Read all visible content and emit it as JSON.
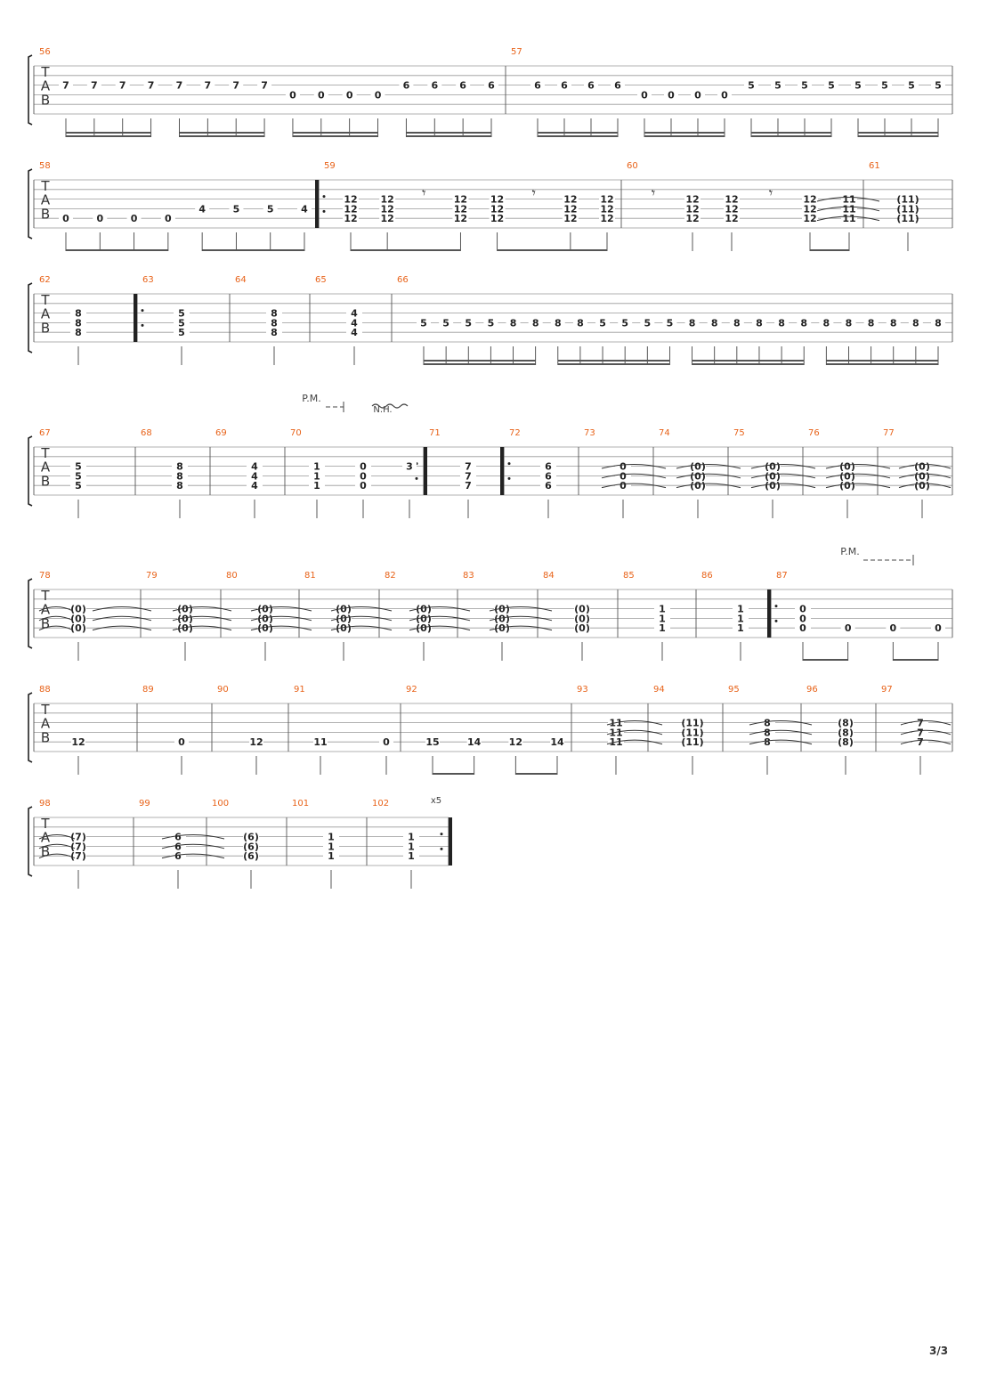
{
  "page": {
    "number": "3/3"
  },
  "style": {
    "measure_number_color": "#e8631a",
    "line_color": "#999999",
    "note_color": "#222222"
  },
  "clef_letters": [
    "T",
    "A",
    "B"
  ],
  "annotations": {
    "palm_mute": "P.M.",
    "natural_harmonic": "N.H.",
    "repeat_count": "x5"
  },
  "systems": [
    {
      "measures": [
        {
          "number": "56",
          "beats": [
            {
              "s": 3,
              "f": "7"
            },
            {
              "s": 3,
              "f": "7"
            },
            {
              "s": 3,
              "f": "7"
            },
            {
              "s": 3,
              "f": "7"
            },
            {
              "s": 3,
              "f": "7"
            },
            {
              "s": 3,
              "f": "7"
            },
            {
              "s": 3,
              "f": "7"
            },
            {
              "s": 3,
              "f": "7"
            },
            {
              "s": 4,
              "f": "0"
            },
            {
              "s": 4,
              "f": "0"
            },
            {
              "s": 4,
              "f": "0"
            },
            {
              "s": 4,
              "f": "0"
            },
            {
              "s": 3,
              "f": "6"
            },
            {
              "s": 3,
              "f": "6"
            },
            {
              "s": 3,
              "f": "6"
            },
            {
              "s": 3,
              "f": "6"
            }
          ]
        },
        {
          "number": "57",
          "beats": [
            {
              "s": 3,
              "f": "6"
            },
            {
              "s": 3,
              "f": "6"
            },
            {
              "s": 3,
              "f": "6"
            },
            {
              "s": 3,
              "f": "6"
            },
            {
              "s": 4,
              "f": "0"
            },
            {
              "s": 4,
              "f": "0"
            },
            {
              "s": 4,
              "f": "0"
            },
            {
              "s": 4,
              "f": "0"
            },
            {
              "s": 3,
              "f": "5"
            },
            {
              "s": 3,
              "f": "5"
            },
            {
              "s": 3,
              "f": "5"
            },
            {
              "s": 3,
              "f": "5"
            },
            {
              "s": 3,
              "f": "5"
            },
            {
              "s": 3,
              "f": "5"
            },
            {
              "s": 3,
              "f": "5"
            },
            {
              "s": 3,
              "f": "5"
            }
          ]
        }
      ]
    },
    {
      "measures": [
        {
          "number": "58",
          "beats": [
            {
              "s": 5,
              "f": "0"
            },
            {
              "s": 5,
              "f": "0"
            },
            {
              "s": 5,
              "f": "0"
            },
            {
              "s": 5,
              "f": "0"
            },
            {
              "s": 4,
              "f": "4"
            },
            {
              "s": 4,
              "f": "5"
            },
            {
              "s": 4,
              "f": "5"
            },
            {
              "s": 4,
              "f": "4"
            }
          ]
        },
        {
          "number": "59",
          "beats": [
            {
              "chord": [
                "12",
                "12",
                "12"
              ]
            },
            {
              "chord": [
                "12",
                "12",
                "12"
              ]
            },
            {
              "rest": true
            },
            {
              "chord": [
                "12",
                "12",
                "12"
              ]
            },
            {
              "chord": [
                "12",
                "12",
                "12"
              ]
            },
            {
              "rest": true
            },
            {
              "chord": [
                "12",
                "12",
                "12"
              ]
            },
            {
              "chord": [
                "12",
                "12",
                "12"
              ]
            }
          ]
        },
        {
          "number": "60",
          "beats": [
            {
              "rest": true
            },
            {
              "chord": [
                "12",
                "12",
                "12"
              ]
            },
            {
              "chord": [
                "12",
                "12",
                "12"
              ]
            },
            {
              "rest": true
            },
            {
              "chord": [
                "12",
                "12",
                "12"
              ]
            },
            {
              "chord": [
                "11",
                "11",
                "11"
              ]
            }
          ]
        },
        {
          "number": "61",
          "beats": [
            {
              "chord": [
                "(11)",
                "(11)",
                "(11)"
              ]
            }
          ]
        }
      ]
    },
    {
      "measures": [
        {
          "number": "62",
          "beats": [
            {
              "chord": [
                "8",
                "8",
                "8"
              ]
            }
          ]
        },
        {
          "number": "63",
          "beats": [
            {
              "chord": [
                "5",
                "5",
                "5"
              ]
            }
          ]
        },
        {
          "number": "64",
          "beats": [
            {
              "chord": [
                "8",
                "8",
                "8"
              ]
            }
          ]
        },
        {
          "number": "65",
          "beats": [
            {
              "chord": [
                "4",
                "4",
                "4"
              ]
            }
          ]
        },
        {
          "number": "66",
          "beats": [
            {
              "s": 4,
              "f": "5"
            },
            {
              "s": 4,
              "f": "5"
            },
            {
              "s": 4,
              "f": "5"
            },
            {
              "s": 4,
              "f": "5"
            },
            {
              "s": 4,
              "f": "8"
            },
            {
              "s": 4,
              "f": "8"
            },
            {
              "s": 4,
              "f": "8"
            },
            {
              "s": 4,
              "f": "8"
            },
            {
              "s": 4,
              "f": "5"
            },
            {
              "s": 4,
              "f": "5"
            },
            {
              "s": 4,
              "f": "5"
            },
            {
              "s": 4,
              "f": "5"
            },
            {
              "s": 4,
              "f": "8"
            },
            {
              "s": 4,
              "f": "8"
            },
            {
              "s": 4,
              "f": "8"
            },
            {
              "s": 4,
              "f": "8"
            },
            {
              "s": 4,
              "f": "8"
            },
            {
              "s": 4,
              "f": "8"
            },
            {
              "s": 4,
              "f": "8"
            },
            {
              "s": 4,
              "f": "8"
            },
            {
              "s": 4,
              "f": "8"
            },
            {
              "s": 4,
              "f": "8"
            },
            {
              "s": 4,
              "f": "8"
            },
            {
              "s": 4,
              "f": "8"
            }
          ]
        }
      ]
    },
    {
      "measures": [
        {
          "number": "67",
          "beats": [
            {
              "chord": [
                "5",
                "5",
                "5"
              ]
            }
          ]
        },
        {
          "number": "68",
          "beats": [
            {
              "chord": [
                "8",
                "8",
                "8"
              ]
            }
          ]
        },
        {
          "number": "69",
          "beats": [
            {
              "chord": [
                "4",
                "4",
                "4"
              ]
            }
          ]
        },
        {
          "number": "70",
          "beats": [
            {
              "chord": [
                "1",
                "1",
                "1"
              ]
            },
            {
              "chord": [
                "0",
                "0",
                "0"
              ]
            },
            {
              "s": 3,
              "f": "3"
            }
          ]
        },
        {
          "number": "71",
          "beats": [
            {
              "chord": [
                "7",
                "7",
                "7"
              ]
            }
          ]
        },
        {
          "number": "72",
          "beats": [
            {
              "chord": [
                "6",
                "6",
                "6"
              ]
            }
          ]
        },
        {
          "number": "73",
          "beats": [
            {
              "chord": [
                "0",
                "0",
                "0"
              ]
            }
          ]
        },
        {
          "number": "74",
          "beats": [
            {
              "chord": [
                "(0)",
                "(0)",
                "(0)"
              ]
            }
          ]
        },
        {
          "number": "75",
          "beats": [
            {
              "chord": [
                "(0)",
                "(0)",
                "(0)"
              ]
            }
          ]
        },
        {
          "number": "76",
          "beats": [
            {
              "chord": [
                "(0)",
                "(0)",
                "(0)"
              ]
            }
          ]
        },
        {
          "number": "77",
          "beats": [
            {
              "chord": [
                "(0)",
                "(0)",
                "(0)"
              ]
            }
          ]
        }
      ]
    },
    {
      "measures": [
        {
          "number": "78",
          "beats": [
            {
              "chord": [
                "(0)",
                "(0)",
                "(0)"
              ]
            }
          ]
        },
        {
          "number": "79",
          "beats": [
            {
              "chord": [
                "(0)",
                "(0)",
                "(0)"
              ]
            }
          ]
        },
        {
          "number": "80",
          "beats": [
            {
              "chord": [
                "(0)",
                "(0)",
                "(0)"
              ]
            }
          ]
        },
        {
          "number": "81",
          "beats": [
            {
              "chord": [
                "(0)",
                "(0)",
                "(0)"
              ]
            }
          ]
        },
        {
          "number": "82",
          "beats": [
            {
              "chord": [
                "(0)",
                "(0)",
                "(0)"
              ]
            }
          ]
        },
        {
          "number": "83",
          "beats": [
            {
              "chord": [
                "(0)",
                "(0)",
                "(0)"
              ]
            }
          ]
        },
        {
          "number": "84",
          "beats": [
            {
              "chord": [
                "(0)",
                "(0)",
                "(0)"
              ]
            }
          ]
        },
        {
          "number": "85",
          "beats": [
            {
              "chord": [
                "1",
                "1",
                "1"
              ]
            }
          ]
        },
        {
          "number": "86",
          "beats": [
            {
              "chord": [
                "1",
                "1",
                "1"
              ]
            }
          ]
        },
        {
          "number": "87",
          "beats": [
            {
              "chord": [
                "0",
                "0",
                "0"
              ]
            },
            {
              "s": 5,
              "f": "0"
            },
            {
              "s": 5,
              "f": "0"
            },
            {
              "s": 5,
              "f": "0"
            }
          ]
        }
      ]
    },
    {
      "measures": [
        {
          "number": "88",
          "beats": [
            {
              "s": 5,
              "f": "12"
            }
          ]
        },
        {
          "number": "89",
          "beats": [
            {
              "s": 5,
              "f": "0"
            }
          ]
        },
        {
          "number": "90",
          "beats": [
            {
              "s": 5,
              "f": "12"
            }
          ]
        },
        {
          "number": "91",
          "beats": [
            {
              "s": 5,
              "f": "11"
            },
            {
              "s": 5,
              "f": "0"
            }
          ]
        },
        {
          "number": "92",
          "beats": [
            {
              "s": 5,
              "f": "15"
            },
            {
              "s": 5,
              "f": "14"
            },
            {
              "s": 5,
              "f": "12"
            },
            {
              "s": 5,
              "f": "14"
            }
          ]
        },
        {
          "number": "93",
          "beats": [
            {
              "chord": [
                "11",
                "11",
                "11"
              ]
            }
          ]
        },
        {
          "number": "94",
          "beats": [
            {
              "chord": [
                "(11)",
                "(11)",
                "(11)"
              ]
            }
          ]
        },
        {
          "number": "95",
          "beats": [
            {
              "chord": [
                "8",
                "8",
                "8"
              ]
            }
          ]
        },
        {
          "number": "96",
          "beats": [
            {
              "chord": [
                "(8)",
                "(8)",
                "(8)"
              ]
            }
          ]
        },
        {
          "number": "97",
          "beats": [
            {
              "chord": [
                "7",
                "7",
                "7"
              ]
            }
          ]
        }
      ]
    },
    {
      "measures": [
        {
          "number": "98",
          "beats": [
            {
              "chord": [
                "(7)",
                "(7)",
                "(7)"
              ]
            }
          ]
        },
        {
          "number": "99",
          "beats": [
            {
              "chord": [
                "6",
                "6",
                "6"
              ]
            }
          ]
        },
        {
          "number": "100",
          "beats": [
            {
              "chord": [
                "(6)",
                "(6)",
                "(6)"
              ]
            }
          ]
        },
        {
          "number": "101",
          "beats": [
            {
              "chord": [
                "1",
                "1",
                "1"
              ]
            }
          ]
        },
        {
          "number": "102",
          "beats": [
            {
              "chord": [
                "1",
                "1",
                "1"
              ]
            }
          ]
        }
      ]
    }
  ]
}
